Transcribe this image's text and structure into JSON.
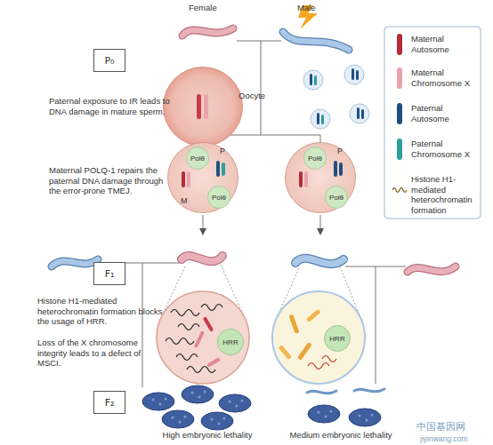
{
  "diagram": {
    "nodes": [
      {
        "text": [
          "P₀"
        ]
      },
      {
        "text": [
          "Oocyte"
        ]
      },
      {
        "text": [
          "P",
          "M"
        ]
      },
      {
        "text": [
          "Polθ"
        ],
        "in": 2
      },
      {
        "text": [
          "Polθ"
        ],
        "in": 2
      },
      {
        "text": [
          "P"
        ]
      },
      {
        "text": [
          "Polθ"
        ],
        "in": 5
      },
      {
        "text": [
          "Polθ"
        ],
        "in": 5
      },
      {
        "text": [
          "F₁"
        ]
      },
      {
        "text": [
          "HRR"
        ]
      },
      {
        "text": [
          "HRR"
        ]
      },
      {
        "text": [
          "F₂"
        ]
      }
    ],
    "labels": [
      "Female",
      "Male",
      "Paternal exposure to IR leads to DNA damage in mature sperm.",
      "Maternal POLQ-1 repairs the paternal DNA damage through the error-prone TMEJ.",
      "Histone H1-mediated heterochromatin formation blocks the usage of HRR.",
      "Loss of the X chromosome integrity leads to a defect of MSCI.",
      "High embryonic lethality",
      "Medium embryonic lethality",
      "中国基因网",
      "jiyinwang.com"
    ],
    "legend": [
      {
        "text": "Maternal Autosome",
        "color": "#b52b3a"
      },
      {
        "text": "Maternal Chromosome X",
        "color": "#e9a3ad"
      },
      {
        "text": "Paternal Autosome",
        "color": "#1f4f80"
      },
      {
        "text": "Paternal Chromosome X",
        "color": "#2e9c9c"
      },
      {
        "text": "Histone H1-mediated heterochromatin formation"
      }
    ]
  }
}
